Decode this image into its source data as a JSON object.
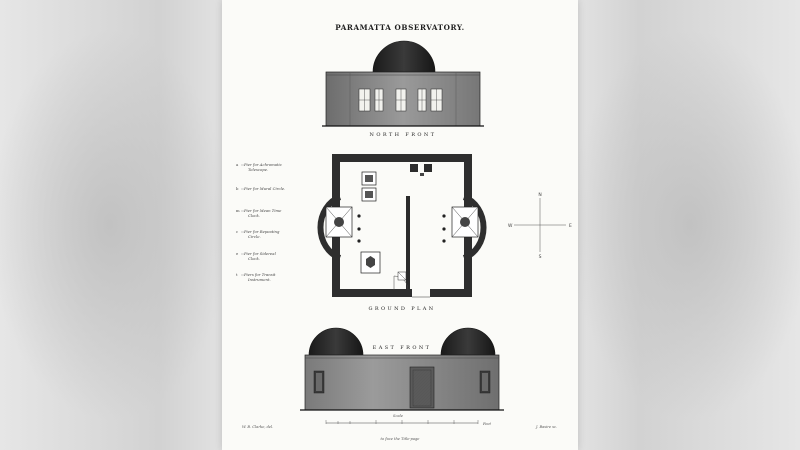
{
  "plate": {
    "title": "PARAMATTA     OBSERVATORY.",
    "north_front_caption": "NORTH   FRONT",
    "ground_plan_caption": "GROUND   PLAN",
    "east_front_caption": "EAST   FRONT",
    "legend": [
      {
        "num": "a",
        "line1": "Pier for Achromatic",
        "line2": "Telescope."
      },
      {
        "num": "b",
        "line1": "Pier for Mural  Circle.",
        "line2": ""
      },
      {
        "num": "m",
        "line1": "Pier for Mean  Time",
        "line2": "Clock."
      },
      {
        "num": "c",
        "line1": "Pier for Repeating",
        "line2": "Circle."
      },
      {
        "num": "e",
        "line1": "Pier for Sidereal",
        "line2": "Clock."
      },
      {
        "num": "t",
        "line1": "Piers for Transit",
        "line2": "Instrument."
      }
    ],
    "compass": {
      "n": "N",
      "s": "S",
      "e": "E",
      "w": "W"
    },
    "scale_label": "Scale",
    "scale_feet": "Feet",
    "credit_left": "W. B. Clarke, del.",
    "credit_right": "J. Basire sc.",
    "footer": "to face the Title-page"
  },
  "colors": {
    "ink": "#1c1c1c",
    "wall": "#8a8a8a",
    "dome": "#2a2a2a",
    "paper": "#fbfbf8"
  }
}
